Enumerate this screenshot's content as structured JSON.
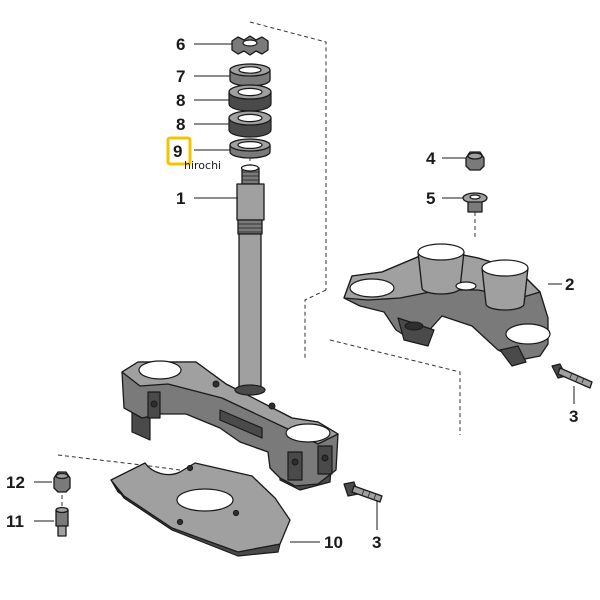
{
  "callouts": {
    "c6": "6",
    "c7": "7",
    "c8a": "8",
    "c8b": "8",
    "c9": "9",
    "c1": "1",
    "c4": "4",
    "c5": "5",
    "c2": "2",
    "c3a": "3",
    "c3b": "3",
    "c12": "12",
    "c11": "11",
    "c10": "10"
  },
  "watermark": "hirochi",
  "colors": {
    "highlight_box": "#f5c400",
    "part_fill": "#7a7a7a",
    "line": "#1a1a1a"
  }
}
